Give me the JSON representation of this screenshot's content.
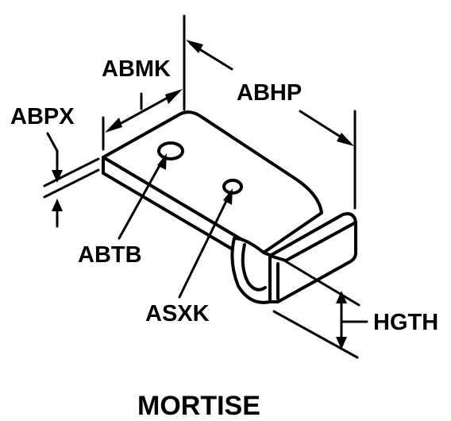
{
  "labels": {
    "abmk": "ABMK",
    "abhp": "ABHP",
    "abpx": "ABPX",
    "abtb": "ABTB",
    "asxk": "ASXK",
    "hgth": "HGTH"
  },
  "title": "MORTISE"
}
